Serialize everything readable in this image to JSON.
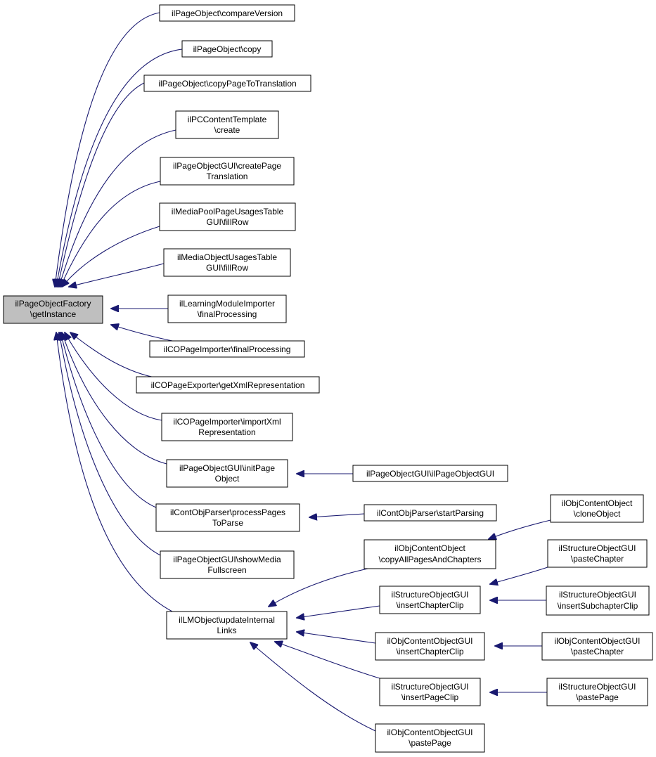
{
  "graph": {
    "edge_color": "#191970",
    "root_fill": "#bfbfbf",
    "node_fill": "#ffffff",
    "node_stroke": "#000000",
    "nodes": {
      "root": [
        "ilPageObjectFactory",
        "\\getInstance"
      ],
      "n_cmp": [
        "ilPageObject\\compareVersion"
      ],
      "n_copy": [
        "ilPageObject\\copy"
      ],
      "n_cptt": [
        "ilPageObject\\copyPageToTranslation"
      ],
      "n_tmpl": [
        "ilPCContentTemplate",
        "\\create"
      ],
      "n_cpt": [
        "ilPageObjectGUI\\createPage",
        "Translation"
      ],
      "n_mppu": [
        "ilMediaPoolPageUsagesTable",
        "GUI\\fillRow"
      ],
      "n_mou": [
        "ilMediaObjectUsagesTable",
        "GUI\\fillRow"
      ],
      "n_lmi": [
        "ilLearningModuleImporter",
        "\\finalProcessing"
      ],
      "n_copi": [
        "ilCOPageImporter\\finalProcessing"
      ],
      "n_cope": [
        "ilCOPageExporter\\getXmlRepresentation"
      ],
      "n_impx": [
        "ilCOPageImporter\\importXml",
        "Representation"
      ],
      "n_init": [
        "ilPageObjectGUI\\initPage",
        "Object"
      ],
      "n_pgui": [
        "ilPageObjectGUI\\ilPageObjectGUI"
      ],
      "n_proc": [
        "ilContObjParser\\processPages",
        "ToParse"
      ],
      "n_start": [
        "ilContObjParser\\startParsing"
      ],
      "n_show": [
        "ilPageObjectGUI\\showMedia",
        "Fullscreen"
      ],
      "n_upd": [
        "ilLMObject\\updateInternal",
        "Links"
      ],
      "n_cap": [
        "ilObjContentObject",
        "\\copyAllPagesAndChapters"
      ],
      "n_clone": [
        "ilObjContentObject",
        "\\cloneObject"
      ],
      "n_sicc": [
        "ilStructureObjectGUI",
        "\\insertChapterClip"
      ],
      "n_spc": [
        "ilStructureObjectGUI",
        "\\pasteChapter"
      ],
      "n_sisc": [
        "ilStructureObjectGUI",
        "\\insertSubchapterClip"
      ],
      "n_oicc": [
        "ilObjContentObjectGUI",
        "\\insertChapterClip"
      ],
      "n_opc": [
        "ilObjContentObjectGUI",
        "\\pasteChapter"
      ],
      "n_sipc": [
        "ilStructureObjectGUI",
        "\\insertPageClip"
      ],
      "n_spp": [
        "ilStructureObjectGUI",
        "\\pastePage"
      ],
      "n_opp": [
        "ilObjContentObjectGUI",
        "\\pastePage"
      ]
    }
  }
}
